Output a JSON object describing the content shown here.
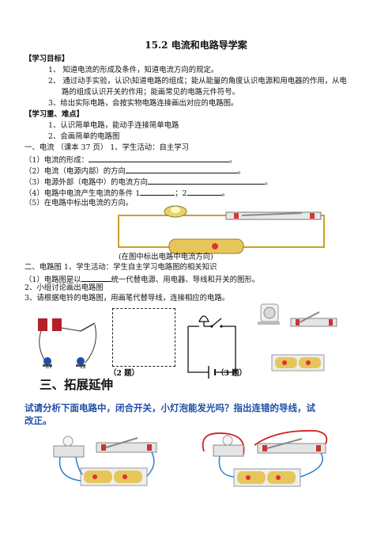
{
  "title": "15.2 电流和电路导学案",
  "goals": {
    "heading": "【学习目标】",
    "item1": "1、 知道电流的形成及条件，知道电流方向的规定。",
    "item2a": "2、 通过动手实验，认识\\知道电路的组成；能从能量的角度认识电源和用电器的作用，从电",
    "item2b": "路的组成认识开关的作用；能画常见的电路元件符号。",
    "item3": "3、给出实际电路，会按实物电路连接画出对应的电路图。"
  },
  "keypoints": {
    "heading": "【学习重、难点】",
    "item1": "1、认识简单电路，能动手连接简单电路",
    "item2": "2、会画简单的电路图"
  },
  "section1": {
    "line": "一、电流 （课本 37 页） 1、学生活动：自主学习",
    "q1": "（1）电流的形成：",
    "q2": "（2）电流（电源内部）的方向",
    "q3": "（3）电源外部（电路中）的电流方向",
    "q4a": "（4）电路中电流产生电流的条件 1",
    "q4b": "；2",
    "q5": "（5）在电路中标出电流的方向。",
    "caption": "(在图中标出电路中电流方向)",
    "dot": "。"
  },
  "section2": {
    "line": "二、电路图 1、学生活动：学生自主学习电路图的相关知识",
    "q1a": "（1）电路图是以",
    "q1b": "统一代替电源、用电器、导线和开关的图形。",
    "item2": "2、小组讨论画出电路图",
    "item3": "3、请根据电铃的电路图，用画笔代替导线，连接相应的电路。",
    "label_l1": "L1",
    "label_l2": "L2",
    "label_q2": "（2 题）",
    "label_q3": "（3 题）"
  },
  "section3": {
    "heading": "三、拓展延伸",
    "text1": "试请分析下面电路中，闭合开关，小灯泡能发光吗？指出连错的导线，试",
    "text2": "改正。"
  }
}
